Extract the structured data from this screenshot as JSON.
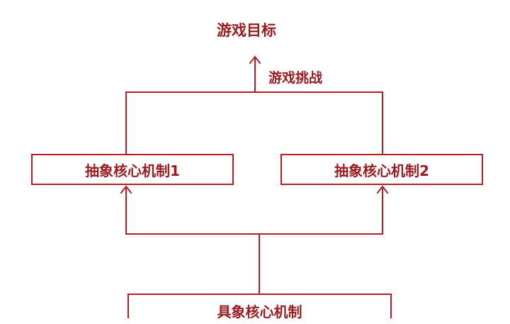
{
  "nodes": {
    "goal": "游戏目标",
    "challenge": "游戏挑战",
    "abstract_1": "抽象核心机制1",
    "abstract_2": "抽象核心机制2",
    "concrete": "具象核心机制"
  },
  "colors": {
    "line": "#b31e24",
    "text": "#9b1b1f",
    "background": "#ffffff"
  }
}
